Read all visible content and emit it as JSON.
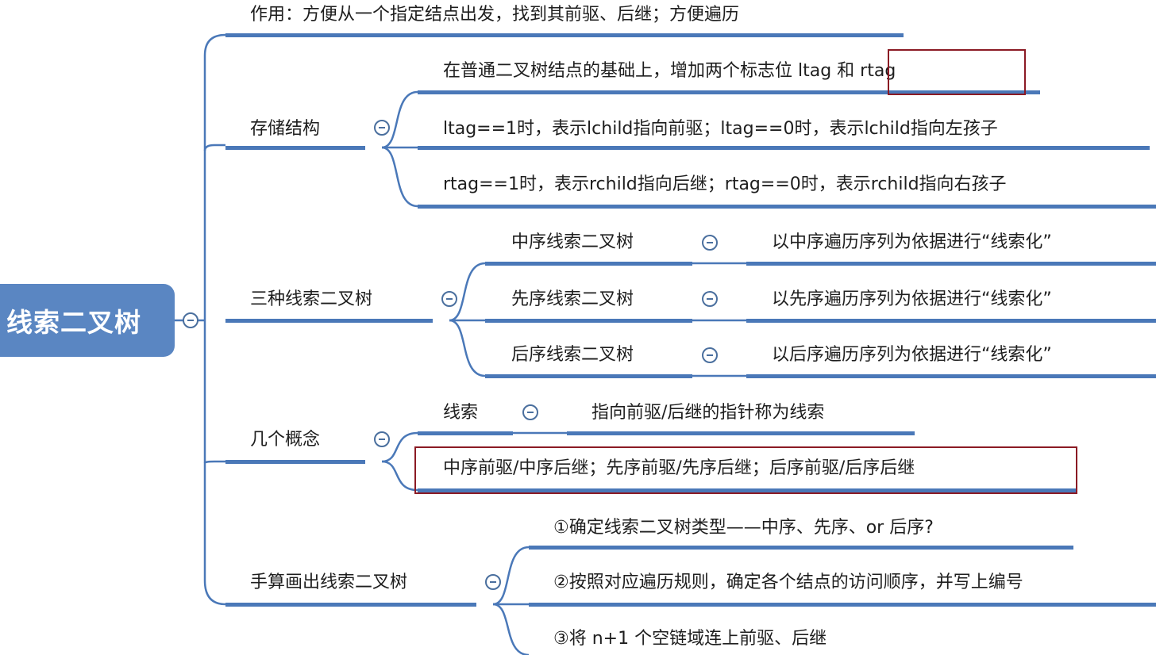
{
  "root": {
    "label": "线索二叉树"
  },
  "branches": {
    "usage": {
      "text": "作用：方便从一个指定结点出发，找到其前驱、后继；方便遍历"
    },
    "storage": {
      "label": "存储结构",
      "items": [
        "在普通二叉树结点的基础上，增加两个标志位 ltag 和 rtag",
        "ltag==1时，表示lchild指向前驱；ltag==0时，表示lchild指向左孩子",
        "rtag==1时，表示rchild指向后继；rtag==0时，表示rchild指向右孩子"
      ]
    },
    "types": {
      "label": "三种线索二叉树",
      "items": [
        {
          "name": "中序线索二叉树",
          "desc": "以中序遍历序列为依据进行“线索化”"
        },
        {
          "name": "先序线索二叉树",
          "desc": "以先序遍历序列为依据进行“线索化”"
        },
        {
          "name": "后序线索二叉树",
          "desc": "以后序遍历序列为依据进行“线索化”"
        }
      ]
    },
    "concepts": {
      "label": "几个概念",
      "clue_label": "线索",
      "clue_desc": "指向前驱/后继的指针称为线索",
      "order_text": "中序前驱/中序后继；先序前驱/先序后继；后序前驱/后序后继"
    },
    "manual": {
      "label": "手算画出线索二叉树",
      "steps": [
        "①确定线索二叉树类型——中序、先序、or 后序?",
        "②按照对应遍历规则，确定各个结点的访问顺序，并写上编号",
        "③将 n+1 个空链域连上前驱、后继"
      ]
    }
  },
  "colors": {
    "root_fill": "#5a86c2",
    "branch_line": "#4a78b8",
    "highlight_border": "#8b1a24",
    "text": "#1e1e1e"
  }
}
